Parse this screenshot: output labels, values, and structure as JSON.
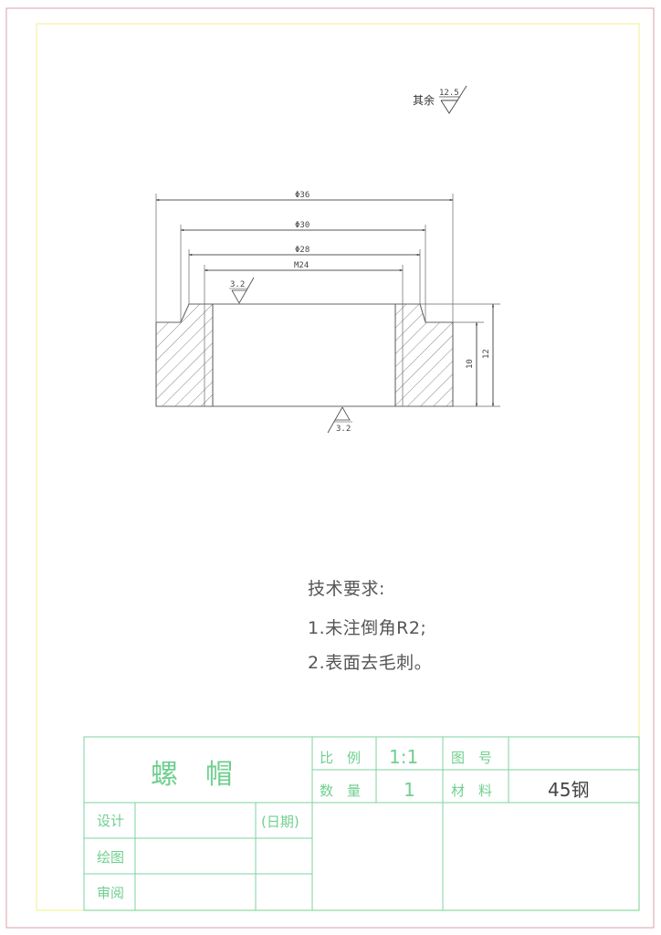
{
  "drawing": {
    "roughness_default": {
      "label": "其余",
      "value": "12.5"
    },
    "dimensions": {
      "outer_diameter": "Φ36",
      "step_diameter": "Φ30",
      "chamfer_diameter": "Φ28",
      "thread": "M24",
      "height_step": "10",
      "height_total": "12"
    },
    "roughness_top": "3.2",
    "roughness_bottom": "3.2"
  },
  "tech_requirements": {
    "title": "技术要求:",
    "items": [
      "1.未注倒角R2;",
      "2.表面去毛刺。"
    ]
  },
  "title_block": {
    "part_name": "螺　帽",
    "scale_label": "比　例",
    "scale_value": "1:1",
    "drawing_no_label": "图　号",
    "drawing_no_value": "",
    "quantity_label": "数　量",
    "quantity_value": "1",
    "material_label": "材　料",
    "material_value": "45钢",
    "design_label": "设计",
    "date_label": "(日期)",
    "draw_label": "绘图",
    "review_label": "审阅"
  },
  "colors": {
    "outer_frame": "#d9a0a8",
    "inner_frame": "#f2f2a0",
    "drawing_line": "#555555",
    "title_block_line": "#7dd3a0",
    "title_block_text": "#6fcf8f"
  }
}
